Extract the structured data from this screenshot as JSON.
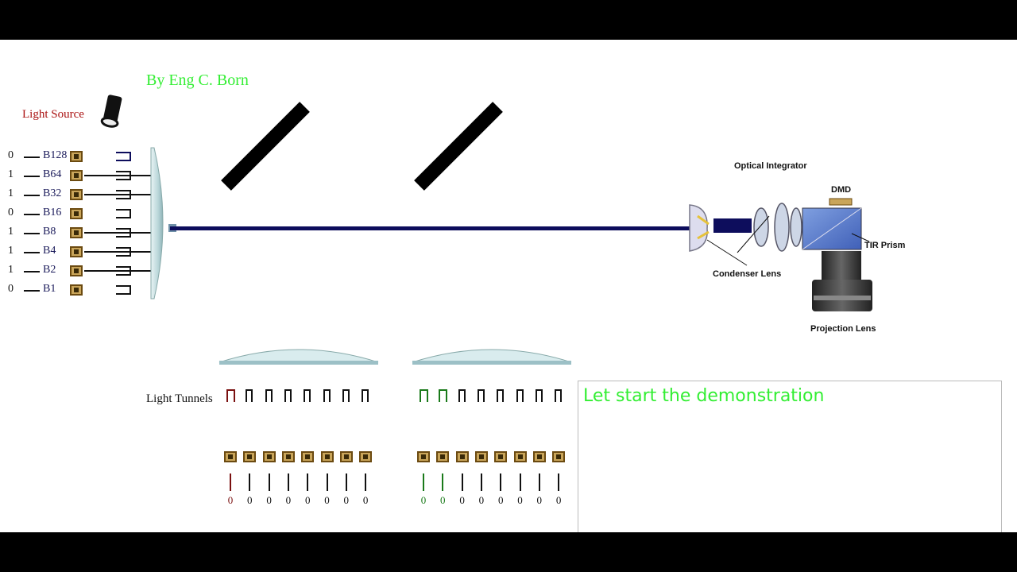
{
  "author": "By Eng C. Born",
  "light_source_label": "Light Source",
  "bits": [
    {
      "value": "0",
      "name": "B128"
    },
    {
      "value": "1",
      "name": "B64"
    },
    {
      "value": "1",
      "name": "B32"
    },
    {
      "value": "0",
      "name": "B16"
    },
    {
      "value": "1",
      "name": "B8"
    },
    {
      "value": "1",
      "name": "B4"
    },
    {
      "value": "1",
      "name": "B2"
    },
    {
      "value": "0",
      "name": "B1"
    }
  ],
  "projector": {
    "optical_integrator": "Optical Integrator",
    "dmd": "DMD",
    "tir_prism": "TIR Prism",
    "condenser_lens": "Condenser Lens",
    "projection_lens": "Projection Lens"
  },
  "light_tunnels_label": "Light Tunnels",
  "red_digits": [
    "0",
    "0",
    "0",
    "0",
    "0",
    "0",
    "0",
    "0"
  ],
  "green_digits": [
    "0",
    "0",
    "0",
    "0",
    "0",
    "0",
    "0",
    "0"
  ],
  "message": "Let start the demonstration",
  "colors": {
    "author": "#33ee33",
    "light_source": "#aa1111",
    "beam": "#0d0d5c",
    "red_channel": "#7a1010",
    "green_channel": "#1a7a1a",
    "message": "#33ee33"
  }
}
